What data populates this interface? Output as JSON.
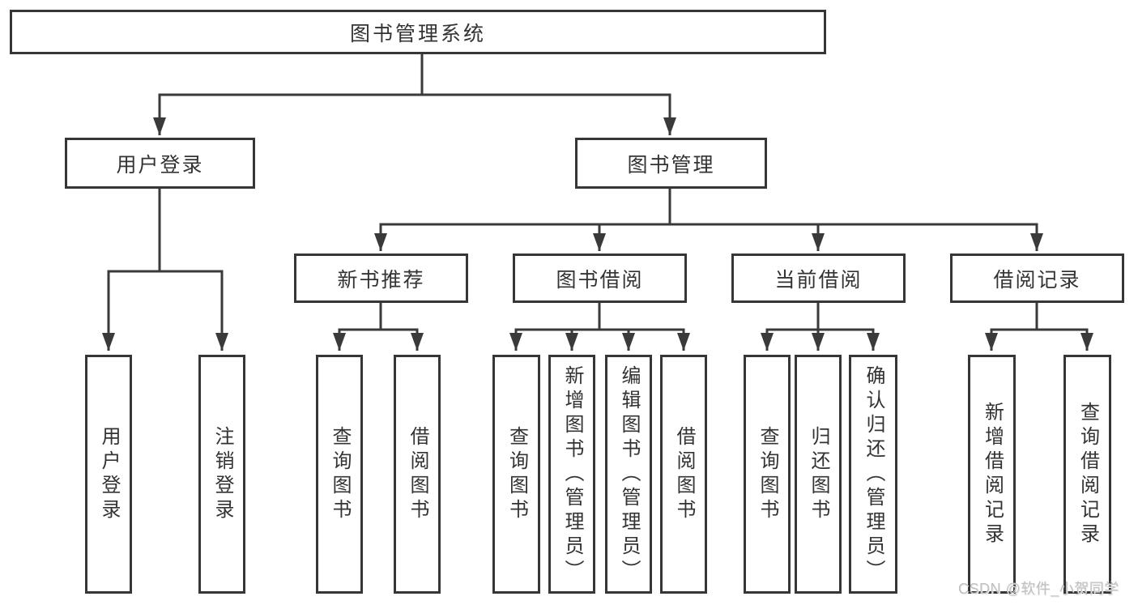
{
  "colors": {
    "line": "#3a3a3a",
    "border": "#363636",
    "text": "#333333",
    "watermark": "#c0c0c0",
    "background": "#ffffff"
  },
  "root": {
    "label": "图书管理系统"
  },
  "level2": [
    {
      "label": "用户登录"
    },
    {
      "label": "图书管理"
    }
  ],
  "level3": [
    {
      "label": "新书推荐"
    },
    {
      "label": "图书借阅"
    },
    {
      "label": "当前借阅"
    },
    {
      "label": "借阅记录"
    }
  ],
  "leaves": [
    {
      "label": "用户登录"
    },
    {
      "label": "注销登录"
    },
    {
      "label": "查询图书"
    },
    {
      "label": "借阅图书"
    },
    {
      "label": "查询图书"
    },
    {
      "label": "新增图书（管理员）"
    },
    {
      "label": "编辑图书（管理员）"
    },
    {
      "label": "借阅图书"
    },
    {
      "label": "查询图书"
    },
    {
      "label": "归还图书"
    },
    {
      "label": "确认归还（管理员）"
    },
    {
      "label": "新增借阅记录"
    },
    {
      "label": "查询借阅记录"
    }
  ],
  "watermark": {
    "text": "CSDN @软件_小贺同学"
  }
}
